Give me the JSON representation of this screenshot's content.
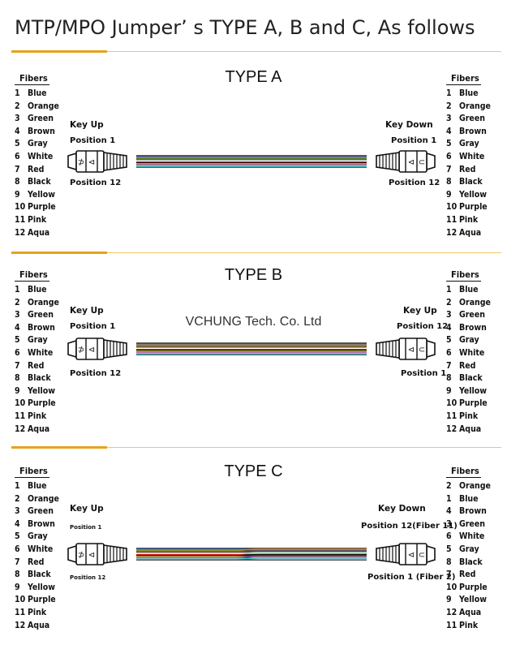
{
  "title": "MTP/MPO Jumper’ s TYPE A, B and C, As follows",
  "watermark": "VCHUNG Tech. Co. Ltd",
  "fibers_header": "Fibers",
  "cable_colors": [
    "#2b5fcf",
    "#f08a1e",
    "#2e9b3a",
    "#8a4b1d",
    "#9a9a9a",
    "#ffffff",
    "#d21c1c",
    "#111111",
    "#e6d21a",
    "#7b3fb3",
    "#f29ab8",
    "#2fd0cf"
  ],
  "sections": [
    {
      "title": "TYPE A",
      "left_fibers": [
        {
          "n": "1",
          "c": "Blue"
        },
        {
          "n": "2",
          "c": "Orange"
        },
        {
          "n": "3",
          "c": "Green"
        },
        {
          "n": "4",
          "c": "Brown"
        },
        {
          "n": "5",
          "c": "Gray"
        },
        {
          "n": "6",
          "c": "White"
        },
        {
          "n": "7",
          "c": "Red"
        },
        {
          "n": "8",
          "c": "Black"
        },
        {
          "n": "9",
          "c": "Yellow"
        },
        {
          "n": "10",
          "c": "Purple"
        },
        {
          "n": "11",
          "c": "Pink"
        },
        {
          "n": "12",
          "c": "Aqua"
        }
      ],
      "right_fibers": [
        {
          "n": "1",
          "c": "Blue"
        },
        {
          "n": "2",
          "c": "Orange"
        },
        {
          "n": "3",
          "c": "Green"
        },
        {
          "n": "4",
          "c": "Brown"
        },
        {
          "n": "5",
          "c": "Gray"
        },
        {
          "n": "6",
          "c": "White"
        },
        {
          "n": "7",
          "c": "Red"
        },
        {
          "n": "8",
          "c": "Black"
        },
        {
          "n": "9",
          "c": "Yellow"
        },
        {
          "n": "10",
          "c": "Purple"
        },
        {
          "n": "11",
          "c": "Pink"
        },
        {
          "n": "12",
          "c": "Aqua"
        }
      ],
      "left_key": "Key Up",
      "left_top": "Position 1",
      "left_bottom": "Position 12",
      "right_key": "Key Down",
      "right_top": "Position 1",
      "right_bottom": "Position 12"
    },
    {
      "title": "TYPE B",
      "left_fibers": [
        {
          "n": "1",
          "c": "Blue"
        },
        {
          "n": "2",
          "c": "Orange"
        },
        {
          "n": "3",
          "c": "Green"
        },
        {
          "n": "4",
          "c": "Brown"
        },
        {
          "n": "5",
          "c": "Gray"
        },
        {
          "n": "6",
          "c": "White"
        },
        {
          "n": "7",
          "c": "Red"
        },
        {
          "n": "8",
          "c": "Black"
        },
        {
          "n": "9",
          "c": "Yellow"
        },
        {
          "n": "10",
          "c": "Purple"
        },
        {
          "n": "11",
          "c": "Pink"
        },
        {
          "n": "12",
          "c": "Aqua"
        }
      ],
      "right_fibers": [
        {
          "n": "1",
          "c": "Blue"
        },
        {
          "n": "2",
          "c": "Orange"
        },
        {
          "n": "3",
          "c": "Green"
        },
        {
          "n": "4",
          "c": "Brown"
        },
        {
          "n": "5",
          "c": "Gray"
        },
        {
          "n": "6",
          "c": "White"
        },
        {
          "n": "7",
          "c": "Red"
        },
        {
          "n": "8",
          "c": "Black"
        },
        {
          "n": "9",
          "c": "Yellow"
        },
        {
          "n": "10",
          "c": "Purple"
        },
        {
          "n": "11",
          "c": "Pink"
        },
        {
          "n": "12",
          "c": "Aqua"
        }
      ],
      "left_key": "Key Up",
      "left_top": "Position 1",
      "left_bottom": "Position 12",
      "right_key": "Key Up",
      "right_top": "Position 12",
      "right_bottom": "Position 1"
    },
    {
      "title": "TYPE C",
      "left_fibers": [
        {
          "n": "1",
          "c": "Blue"
        },
        {
          "n": "2",
          "c": "Orange"
        },
        {
          "n": "3",
          "c": "Green"
        },
        {
          "n": "4",
          "c": "Brown"
        },
        {
          "n": "5",
          "c": "Gray"
        },
        {
          "n": "6",
          "c": "White"
        },
        {
          "n": "7",
          "c": "Red"
        },
        {
          "n": "8",
          "c": "Black"
        },
        {
          "n": "9",
          "c": "Yellow"
        },
        {
          "n": "10",
          "c": "Purple"
        },
        {
          "n": "11",
          "c": "Pink"
        },
        {
          "n": "12",
          "c": "Aqua"
        }
      ],
      "right_fibers": [
        {
          "n": "2",
          "c": "Orange"
        },
        {
          "n": "1",
          "c": "Blue"
        },
        {
          "n": "4",
          "c": "Brown"
        },
        {
          "n": "3",
          "c": "Green"
        },
        {
          "n": "6",
          "c": "White"
        },
        {
          "n": "5",
          "c": "Gray"
        },
        {
          "n": "8",
          "c": "Black"
        },
        {
          "n": "7",
          "c": "Red"
        },
        {
          "n": "10",
          "c": "Purple"
        },
        {
          "n": "9",
          "c": "Yellow"
        },
        {
          "n": "12",
          "c": "Aqua"
        },
        {
          "n": "11",
          "c": "Pink"
        }
      ],
      "left_key": "Key Up",
      "left_top": "Position 1",
      "left_bottom": "Position 12",
      "right_key": "Key Down",
      "right_top": "Position 12(Fiber 11)",
      "right_bottom": "Position 1 (Fiber 2)"
    }
  ]
}
